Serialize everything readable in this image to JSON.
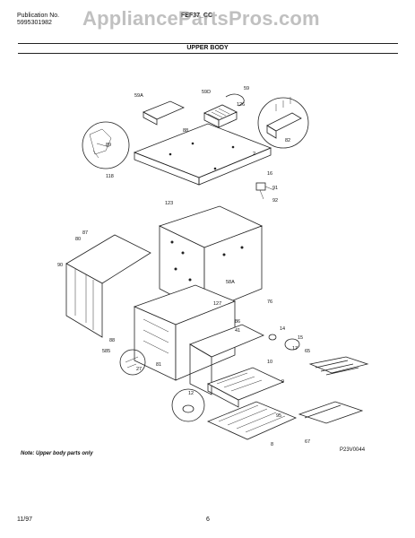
{
  "header": {
    "publication_label": "Publication No.",
    "publication_number": "5995301982",
    "model": "FEF37_CC",
    "section": "UPPER BODY"
  },
  "watermark": "AppliancePartsPros.com",
  "diagram": {
    "callouts": [
      "59A",
      "59D",
      "59",
      "126",
      "89",
      "82",
      "88",
      "118",
      "2",
      "16",
      "91",
      "92",
      "123",
      "87",
      "90",
      "58A",
      "80",
      "127",
      "76",
      "14",
      "15",
      "17",
      "86",
      "41",
      "10",
      "65",
      "88",
      "585",
      "81",
      "27",
      "9",
      "12",
      "95",
      "67",
      "8"
    ],
    "note": "Note: Upper body parts only",
    "drawing_code": "P23V0044"
  },
  "footer": {
    "date": "11/97",
    "page": "6"
  }
}
